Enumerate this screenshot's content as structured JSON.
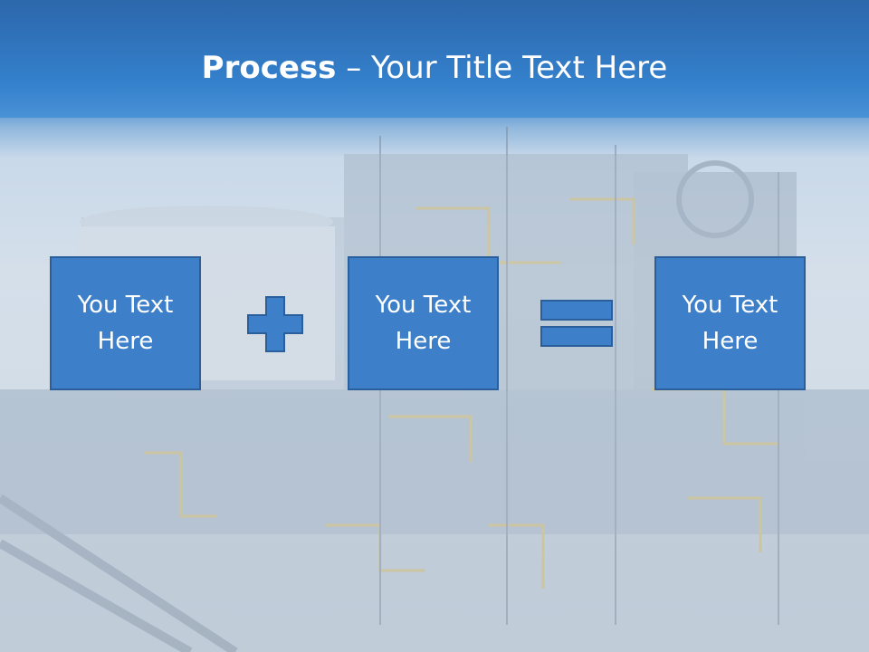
{
  "title": {
    "bold": "Process",
    "dash": " – ",
    "rest": "Your Title Text Here"
  },
  "boxes": [
    {
      "text": "You Text Here"
    },
    {
      "text": "You Text Here"
    },
    {
      "text": "You Text Here"
    }
  ],
  "operators": {
    "plus": "plus-icon",
    "equals": "equals-icon"
  },
  "colors": {
    "header": "#2e6fb5",
    "box_fill": "#3d7fc9",
    "box_border": "#2a5f9c"
  }
}
